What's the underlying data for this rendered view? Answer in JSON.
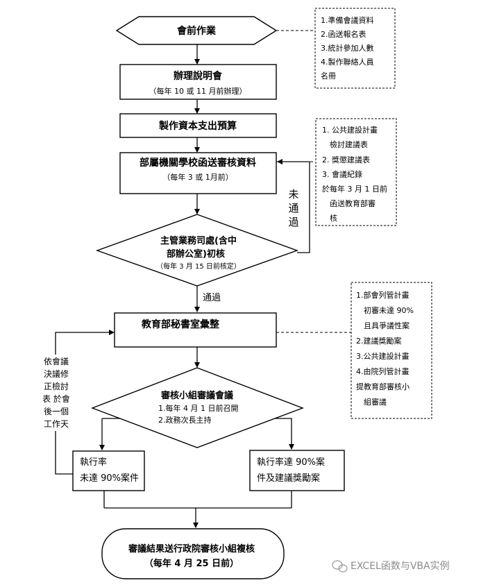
{
  "nodes": {
    "pre_meeting": "會前作業",
    "briefing_title": "辦理說明會",
    "briefing_note": "（每年 10 或 11 月前辦理）",
    "budget": "製作資本支出預算",
    "submit_title": "部屬機關學校函送審核資料",
    "submit_note": "（每年 3 或 1月前）",
    "review_line1": "主管業務司處(含中",
    "review_line2": "部辦公室)初核",
    "review_note": "（每年 3 月 15 日前核定）",
    "secretariat": "教育部秘書室彙整",
    "group_title": "審核小組審議會議",
    "group_note1": "1.每年 4 月 1 日前召開",
    "group_note2": "2.政務次長主持",
    "under_line1": "執行率",
    "under_line2": "未達 90%案件",
    "over_line1": "執行率達 90%案",
    "over_line2": "件及建議獎勵案",
    "final_line1": "審議結果送行政院審核小組複核",
    "final_line2": "（每年 4 月 25 日前）"
  },
  "labels": {
    "not_passed": [
      "未",
      "通",
      "過"
    ],
    "passed": "通過",
    "feedback": [
      "依會議",
      "決議修",
      "正檢討",
      "表 於會",
      "後一個",
      "工作天"
    ]
  },
  "notes": {
    "prep": [
      "1.準備會議資料",
      "2.函送報名表",
      "3.統計參加人數",
      "4.製作聯絡人員",
      "名冊"
    ],
    "submit_docs": [
      "1. 公共建設計畫",
      "檢討建議表",
      "2. 獎懲建議表",
      "3. 會議紀錄",
      "於每年 3 月 1 日前",
      "函送教育部審",
      "核"
    ],
    "secretariat_docs": [
      "1.部會列管計畫",
      "初審未達 90%",
      "且具爭議性案",
      "2.建議獎勵案",
      "3.公共建設計畫",
      "4.由院列管計畫",
      "提教育部審核小",
      "組審議"
    ]
  },
  "watermark": "EXCEL函数与VBA实例"
}
